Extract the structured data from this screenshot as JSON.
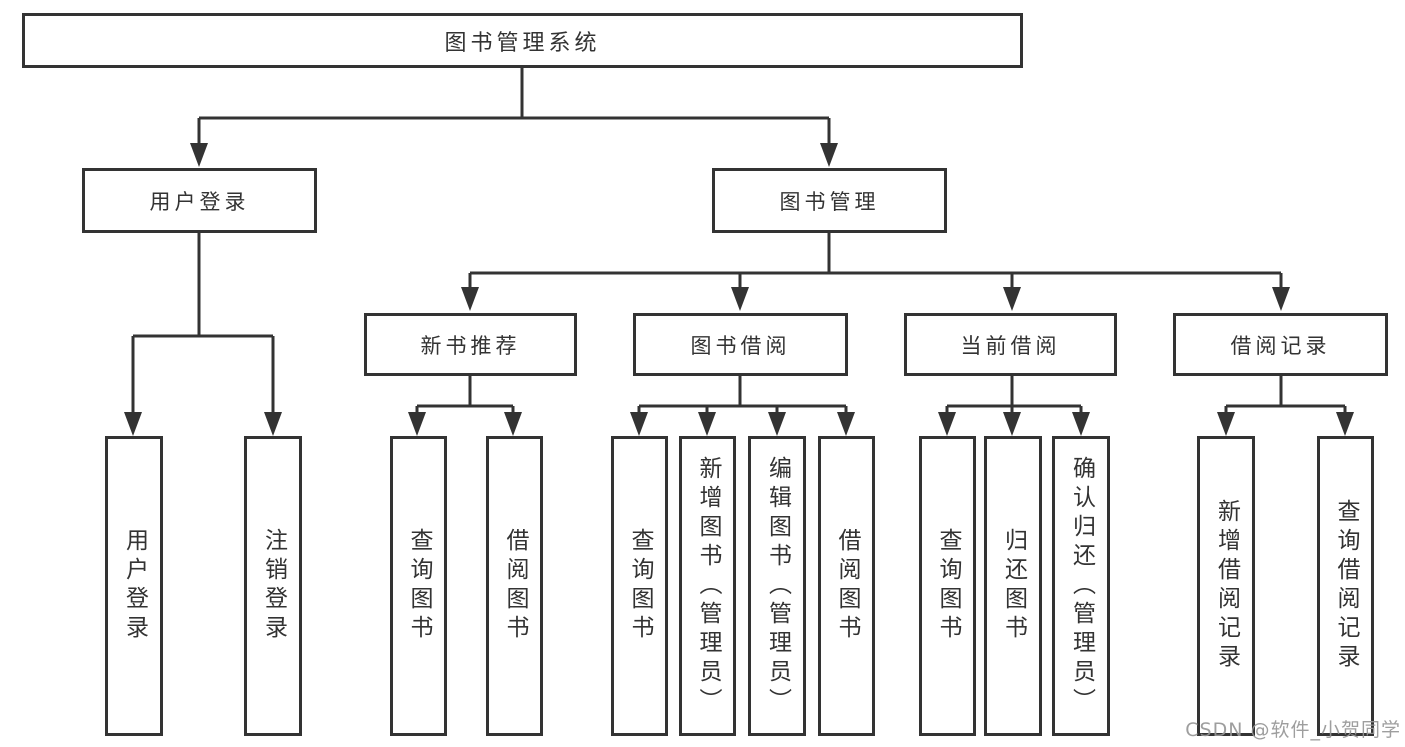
{
  "tree": {
    "root": "图书管理系统",
    "branches": [
      {
        "label": "用户登录",
        "children": [
          "用户登录",
          "注销登录"
        ]
      },
      {
        "label": "图书管理",
        "children": [
          {
            "label": "新书推荐",
            "children": [
              "查询图书",
              "借阅图书"
            ]
          },
          {
            "label": "图书借阅",
            "children": [
              "查询图书",
              "新增图书（管理员）",
              "编辑图书（管理员）",
              "借阅图书"
            ]
          },
          {
            "label": "当前借阅",
            "children": [
              "查询图书",
              "归还图书",
              "确认归还（管理员）"
            ]
          },
          {
            "label": "借阅记录",
            "children": [
              "新增借阅记录",
              "查询借阅记录"
            ]
          }
        ]
      }
    ]
  },
  "watermark": {
    "text": "CSDN @软件_小贺同学"
  },
  "colors": {
    "line": "#333333",
    "box_border": "#333333",
    "box_background": "#ffffff",
    "text": "#333333",
    "watermark": "#969696"
  }
}
